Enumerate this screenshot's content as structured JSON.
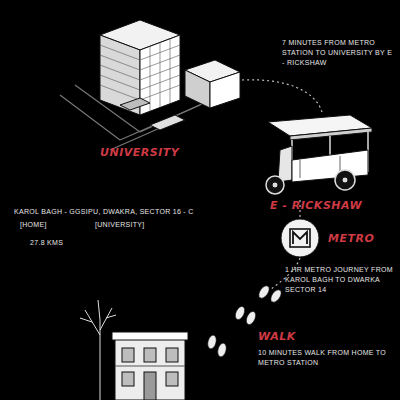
{
  "diagram": {
    "labels": [
      "7 MINUTES FROM METRO STATION TO UNIVERSITY BY E - RICKSHAW",
      "UNIVERSITY",
      "E - RICKSHAW",
      "KAROL BAGH - GGSIPU, DWAKRA, SECTOR 16 - C",
      "[HOME]",
      "[UNIVERSITY]",
      "27.8 KMS",
      "METRO",
      "1 HR METRO JOURNEY FROM KAROL BAGH TO DWARKA SECTOR 14",
      "WALK",
      "10 MINUTES WALK FROM HOME TO METRO STATION"
    ]
  }
}
